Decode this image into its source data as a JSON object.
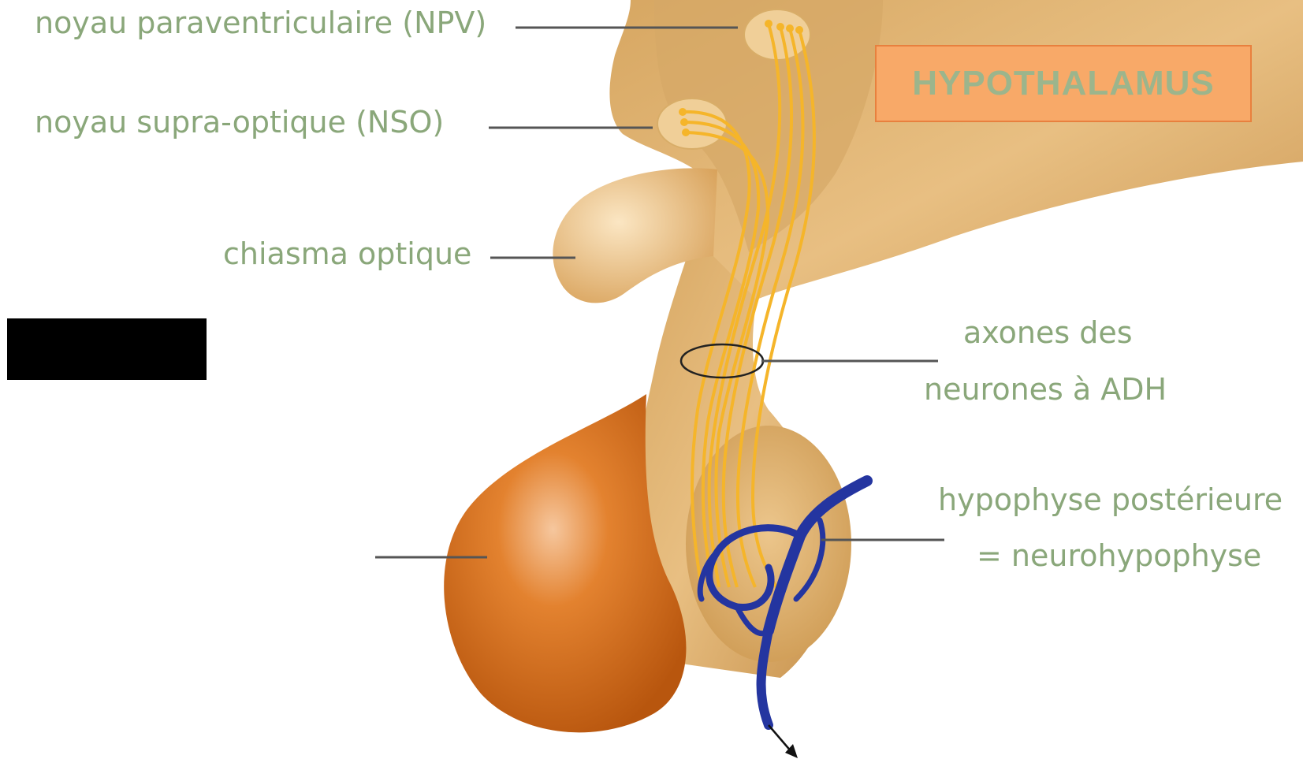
{
  "title_box": "HYPOTHALAMUS",
  "labels": {
    "npv": "noyau paraventriculaire (NPV)",
    "nso": "noyau supra-optique (NSO)",
    "chiasma": "chiasma optique",
    "axones_line1": "axones des",
    "axones_line2": "neurones à ADH",
    "posterior_line1": "hypophyse postérieure",
    "posterior_line2": "= neurohypophyse"
  },
  "colors": {
    "label_text": "#8aa77a",
    "title_box_fill": "#f8a968",
    "tissue": "#e2b676",
    "axons": "#f5b52a",
    "anterior_lobe": "#d9701e",
    "blood_vessel": "#2435a0"
  }
}
